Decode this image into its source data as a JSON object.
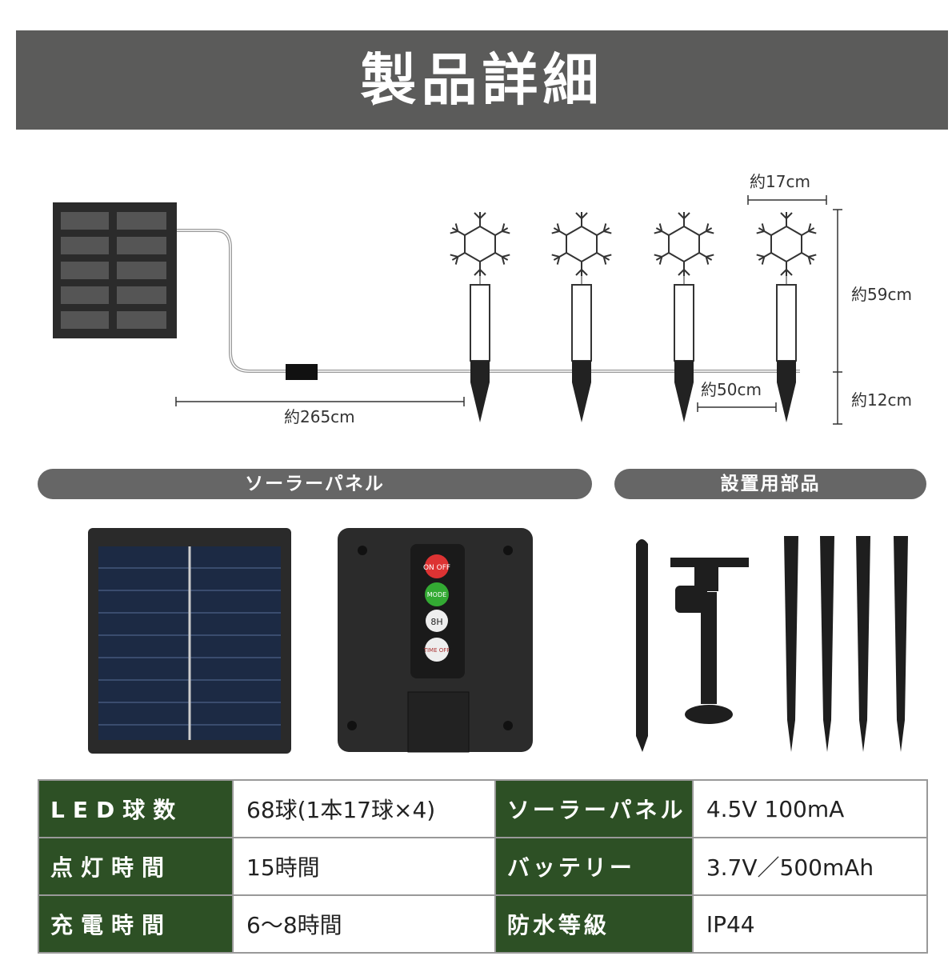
{
  "header": {
    "title": "製品詳細"
  },
  "dimensions": {
    "width": "約17cm",
    "height": "約59cm",
    "stake": "約12cm",
    "spacing": "約50cm",
    "cable": "約265cm"
  },
  "sections": {
    "solar": "ソーラーパネル",
    "parts": "設置用部品"
  },
  "controls": {
    "on_off": "ON OFF",
    "mode": "MODE",
    "timer": "8H",
    "time_off": "TIME OFF"
  },
  "specs": [
    {
      "k1": "LED球数",
      "v1": "68球(1本17球×4)",
      "k2": "ソーラーパネル",
      "v2": "4.5V 100mA"
    },
    {
      "k1": "点灯時間",
      "v1": "15時間",
      "k2": "バッテリー",
      "v2": "3.7V／500mAh"
    },
    {
      "k1": "充電時間",
      "v1": "6～8時間",
      "k2": "防水等級",
      "v2": "IP44"
    }
  ],
  "colors": {
    "header": "#5b5b5a",
    "table_key": "#2d5025",
    "pill": "#666666"
  }
}
